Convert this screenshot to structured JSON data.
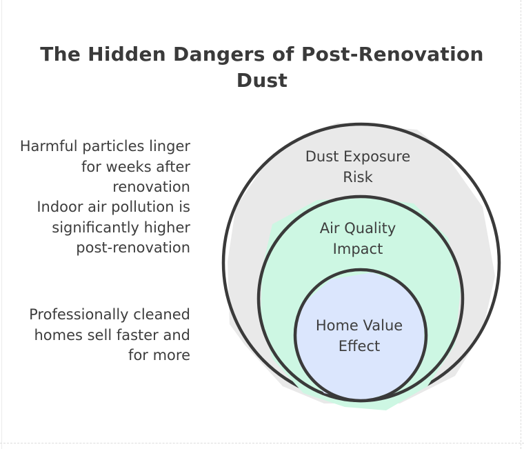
{
  "title": "The Hidden Dangers of Post-Renovation Dust",
  "notes": [
    "Harmful particles linger for weeks after renovation",
    "Indoor air pollution is significantly higher post-renovation",
    "Professionally cleaned homes sell faster and for more"
  ],
  "circles": [
    {
      "label_line1": "Dust Exposure",
      "label_line2": "Risk",
      "fill": "#e8e8e8"
    },
    {
      "label_line1": "Air Quality",
      "label_line2": "Impact",
      "fill": "#cdf7e3"
    },
    {
      "label_line1": "Home Value",
      "label_line2": "Effect",
      "fill": "#dbe6fd"
    }
  ],
  "colors": {
    "stroke": "#3a3a3a",
    "text": "#3d3d3d"
  }
}
